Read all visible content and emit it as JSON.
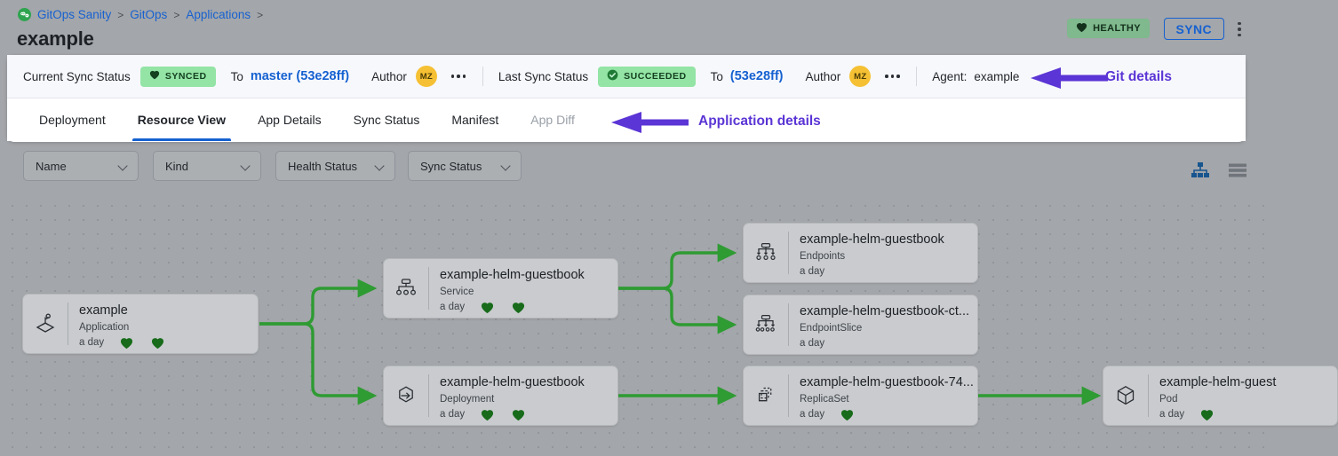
{
  "colors": {
    "accent_blue": "#1661d1",
    "annotation_purple": "#5b35d5",
    "edge_green": "#2e9b33",
    "badge_green_bg": "#93e4a5",
    "health_badge_bg": "#7fb98d",
    "avatar_yellow": "#f5c033",
    "heart_green": "#176b1a",
    "canvas_bg": "#a3a6aa",
    "node_bg": "#c9cbce"
  },
  "breadcrumb": {
    "logo_icon": "gitops-logo-icon",
    "items": [
      {
        "label": "GitOps Sanity",
        "sep": ">"
      },
      {
        "label": "GitOps",
        "sep": ">"
      },
      {
        "label": "Applications",
        "sep": ">"
      }
    ]
  },
  "header": {
    "title": "example",
    "health_badge": {
      "label": "HEALTHY",
      "icon": "heart-icon"
    },
    "sync_button": "SYNC",
    "kebab_icon": "more-vertical-icon"
  },
  "status_bar": {
    "current_sync_status_label": "Current Sync Status",
    "current_sync_badge": {
      "label": "SYNCED",
      "icon": "heart-icon"
    },
    "current_to_label": "To",
    "current_revision": "master (53e28ff)",
    "current_author_label": "Author",
    "current_author_initials": "MZ",
    "current_more_icon": "more-horizontal-icon",
    "last_sync_status_label": "Last Sync Status",
    "last_sync_badge": {
      "label": "SUCCEEDED",
      "icon": "check-circle-icon"
    },
    "last_to_label": "To",
    "last_revision": "(53e28ff)",
    "last_author_label": "Author",
    "last_author_initials": "MZ",
    "last_more_icon": "more-horizontal-icon",
    "agent_label": "Agent:",
    "agent_value": "example"
  },
  "annotations": [
    {
      "text": "Git details",
      "icon": "left-arrow-icon"
    },
    {
      "text": "Application details",
      "icon": "left-arrow-icon"
    }
  ],
  "tabs": [
    {
      "label": "Deployment",
      "state": "normal"
    },
    {
      "label": "Resource View",
      "state": "active"
    },
    {
      "label": "App Details",
      "state": "normal"
    },
    {
      "label": "Sync Status",
      "state": "normal"
    },
    {
      "label": "Manifest",
      "state": "normal"
    },
    {
      "label": "App Diff",
      "state": "disabled"
    }
  ],
  "filters": [
    {
      "label": "Name",
      "icon": "chevron-down-icon"
    },
    {
      "label": "Kind",
      "icon": "chevron-down-icon"
    },
    {
      "label": "Health Status",
      "icon": "chevron-down-icon"
    },
    {
      "label": "Sync Status",
      "icon": "chevron-down-icon"
    }
  ],
  "view_toggle": [
    {
      "icon": "tree-view-icon",
      "active": true
    },
    {
      "icon": "list-view-icon",
      "active": false
    }
  ],
  "graph": {
    "nodes": [
      {
        "title": "example",
        "kind": "Application",
        "age": "a day",
        "icon": "application-icon",
        "hearts": 2
      },
      {
        "title": "example-helm-guestbook",
        "kind": "Service",
        "age": "a day",
        "icon": "service-icon",
        "hearts": 2
      },
      {
        "title": "example-helm-guestbook",
        "kind": "Deployment",
        "age": "a day",
        "icon": "deployment-icon",
        "hearts": 2
      },
      {
        "title": "example-helm-guestbook",
        "kind": "Endpoints",
        "age": "a day",
        "icon": "endpoints-icon",
        "hearts": 0
      },
      {
        "title": "example-helm-guestbook-ct...",
        "kind": "EndpointSlice",
        "age": "a day",
        "icon": "endpointslice-icon",
        "hearts": 0
      },
      {
        "title": "example-helm-guestbook-74...",
        "kind": "ReplicaSet",
        "age": "a day",
        "icon": "replicaset-icon",
        "hearts": 1
      },
      {
        "title": "example-helm-guest",
        "kind": "Pod",
        "age": "a day",
        "icon": "pod-icon",
        "hearts": 1
      }
    ]
  }
}
